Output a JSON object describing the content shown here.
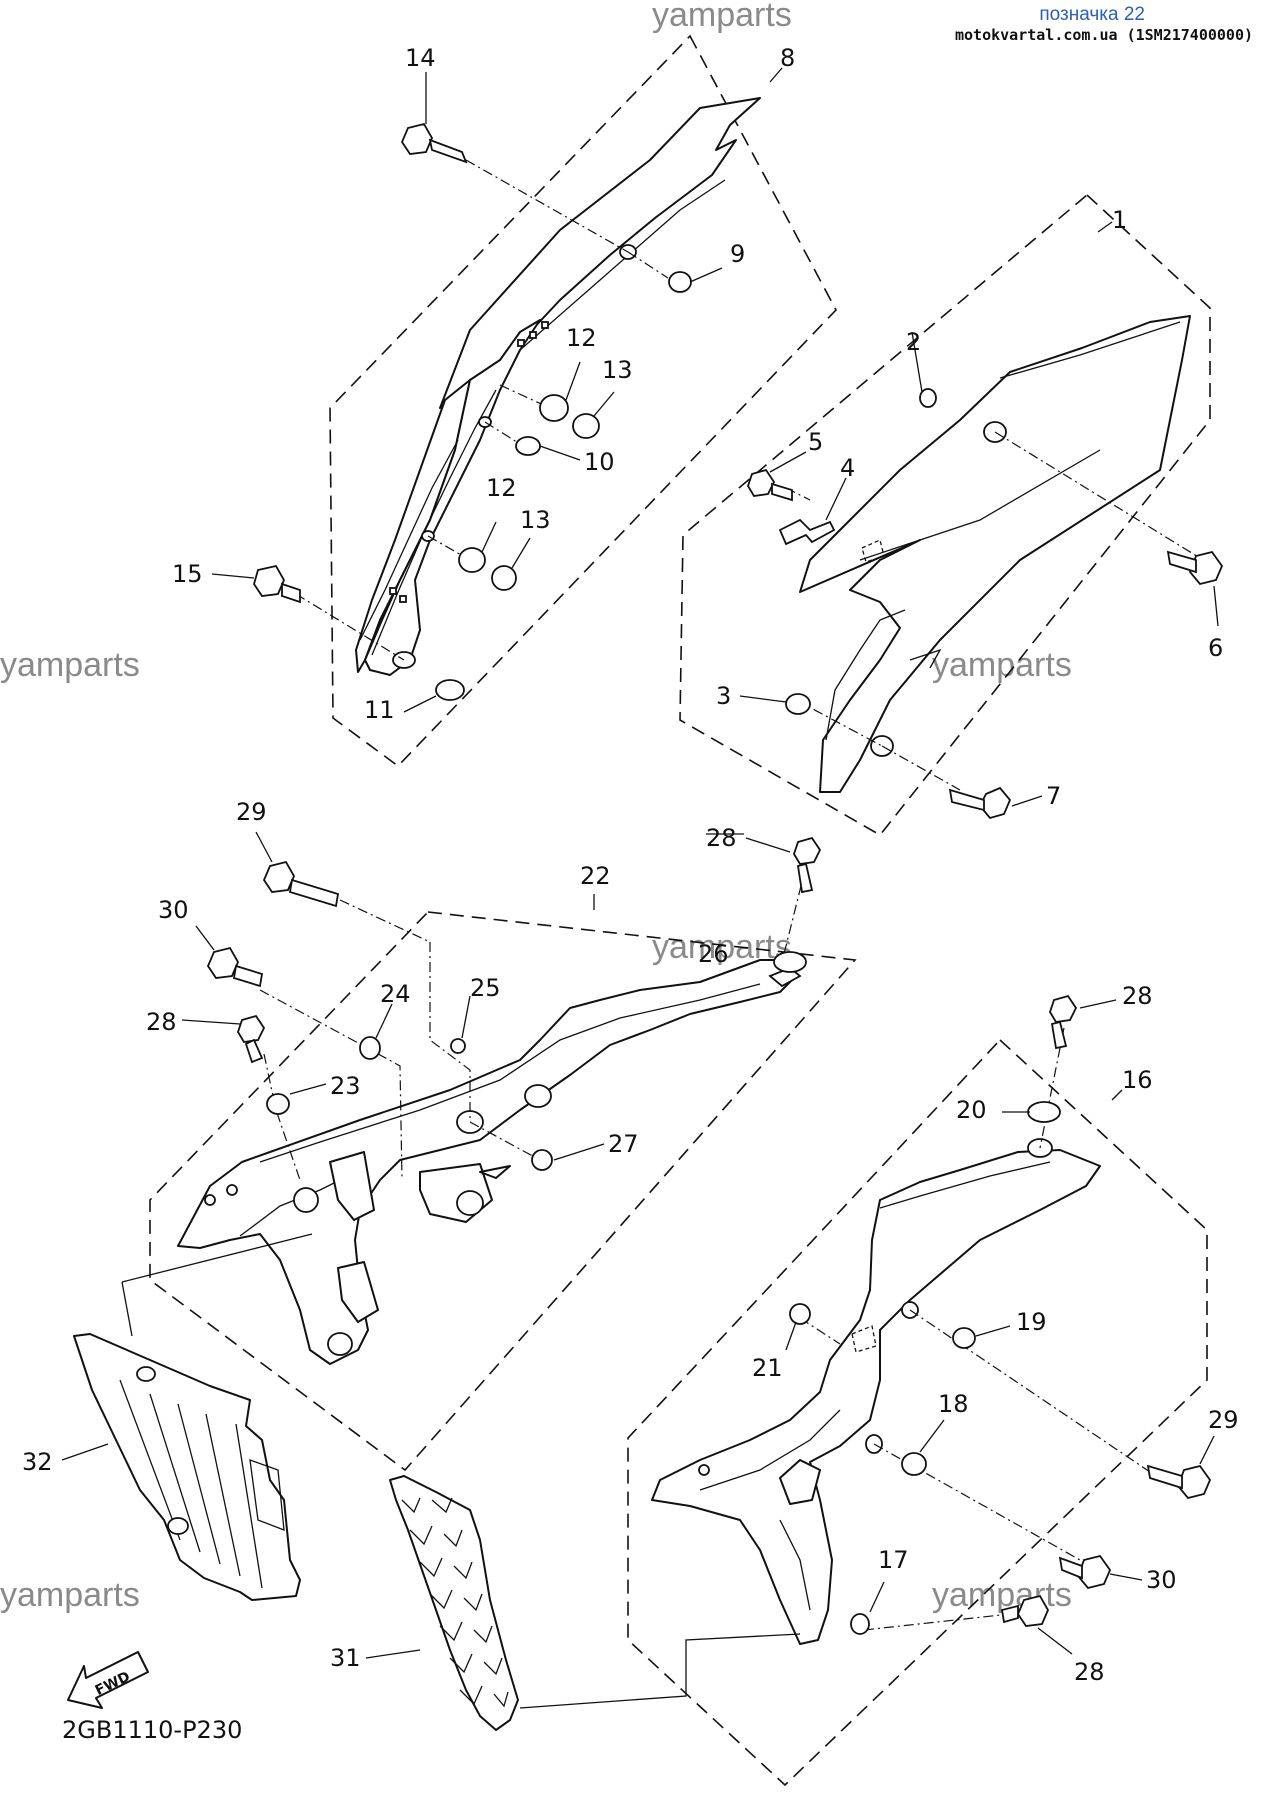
{
  "header": {
    "title": "позначка 22",
    "subtitle": "motokvartal.com.ua (1SM217400000)"
  },
  "watermark": "yamparts",
  "diagram_code": "2GB1110-P230",
  "fwd_label": "FWD",
  "callouts": {
    "c1": "1",
    "c2": "2",
    "c3": "3",
    "c4": "4",
    "c5": "5",
    "c6": "6",
    "c7": "7",
    "c8": "8",
    "c9": "9",
    "c10": "10",
    "c11": "11",
    "c12a": "12",
    "c12b": "12",
    "c13a": "13",
    "c13b": "13",
    "c14": "14",
    "c15": "15",
    "c16": "16",
    "c17": "17",
    "c18": "18",
    "c19": "19",
    "c20": "20",
    "c21": "21",
    "c22": "22",
    "c23": "23",
    "c24": "24",
    "c25": "25",
    "c26": "26",
    "c27": "27",
    "c28a": "28",
    "c28b": "28",
    "c28c": "28",
    "c28d": "28",
    "c29a": "29",
    "c29b": "29",
    "c30a": "30",
    "c30b": "30",
    "c31": "31",
    "c32": "32"
  }
}
